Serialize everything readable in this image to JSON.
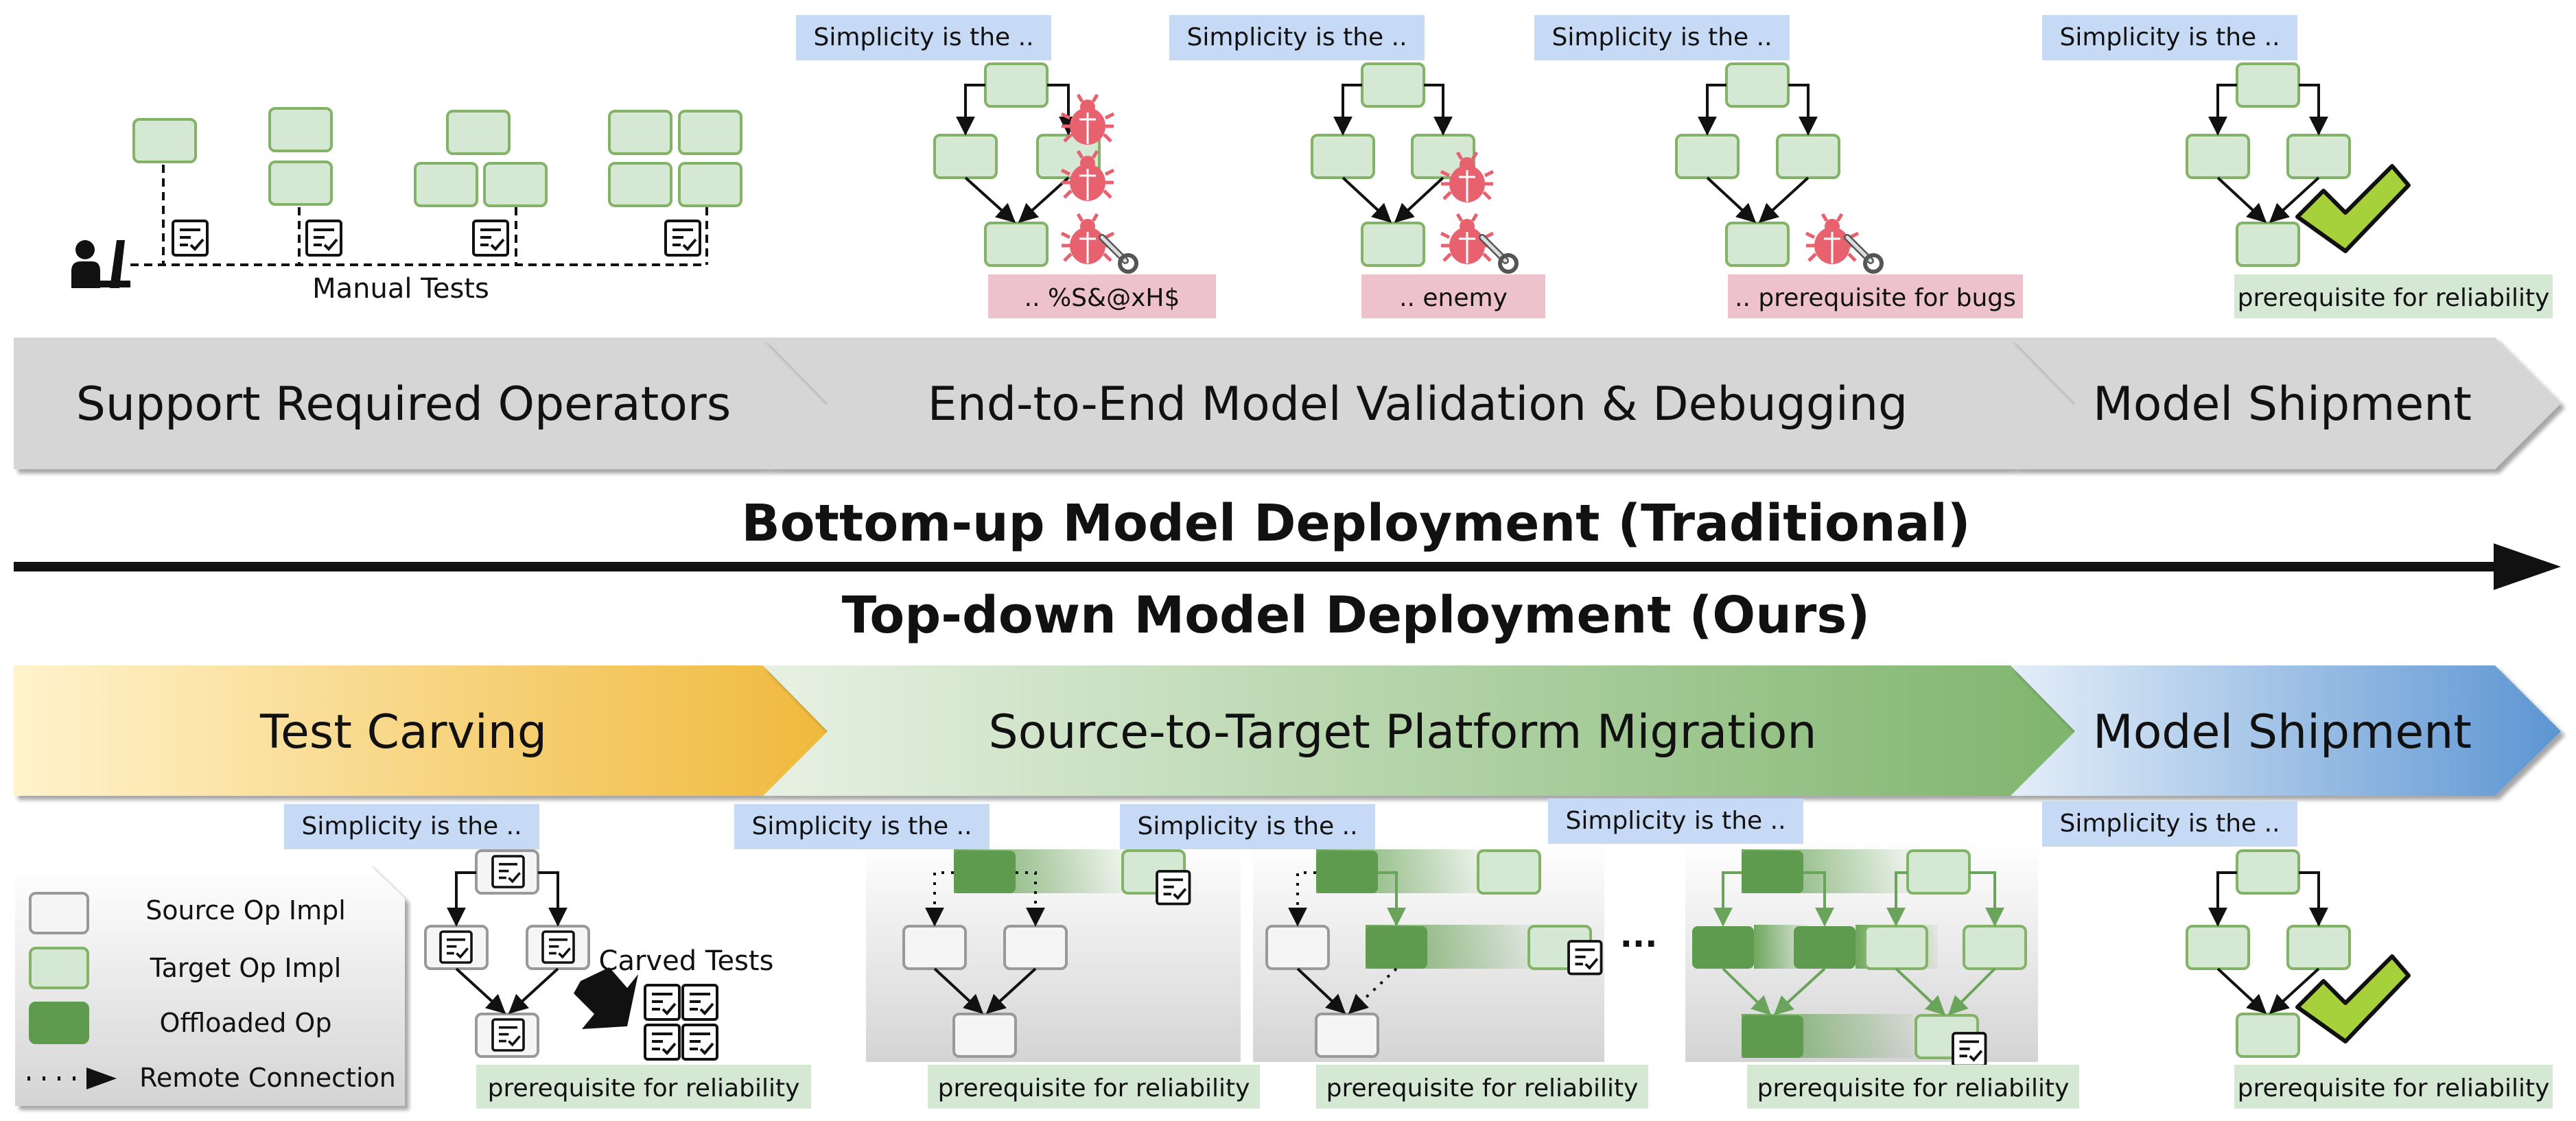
{
  "top": {
    "manual_tests": "Manual Tests",
    "prompt": "Simplicity is the ..",
    "outputs": [
      "..  %S&@xH$",
      ".. enemy",
      "..  prerequisite for bugs",
      "prerequisite for reliability"
    ],
    "stages": [
      "Support Required Operators",
      "End-to-End Model Validation & Debugging",
      "Model Shipment"
    ]
  },
  "middle": {
    "traditional": "Bottom-up Model Deployment (Traditional)",
    "ours": "Top-down Model Deployment (Ours)"
  },
  "bottom": {
    "stages": [
      "Test Carving",
      "Source-to-Target Platform Migration",
      "Model Shipment"
    ],
    "prompt": "Simplicity is the ..",
    "carved_tests": "Carved Tests",
    "reliability": "prerequisite for reliability",
    "ellipsis": "···"
  },
  "legend": {
    "items": [
      "Source Op Impl",
      "Target Op Impl",
      "Offloaded Op",
      "Remote Connection"
    ]
  },
  "colors": {
    "target_fill": "#d5e8d4",
    "target_stroke": "#82b366",
    "source_fill": "#f5f5f5",
    "source_stroke": "#999999",
    "offload": "#5e9b4f",
    "prompt_bg": "#c6d9f5",
    "bug_bg": "#eec2cc",
    "bug_text_bg": "#f07f8a",
    "rel_bg": "#d5e8d4",
    "bug": "#e8616f",
    "arrow_gray": "#d6d6d6",
    "check": "#a6d13b"
  }
}
